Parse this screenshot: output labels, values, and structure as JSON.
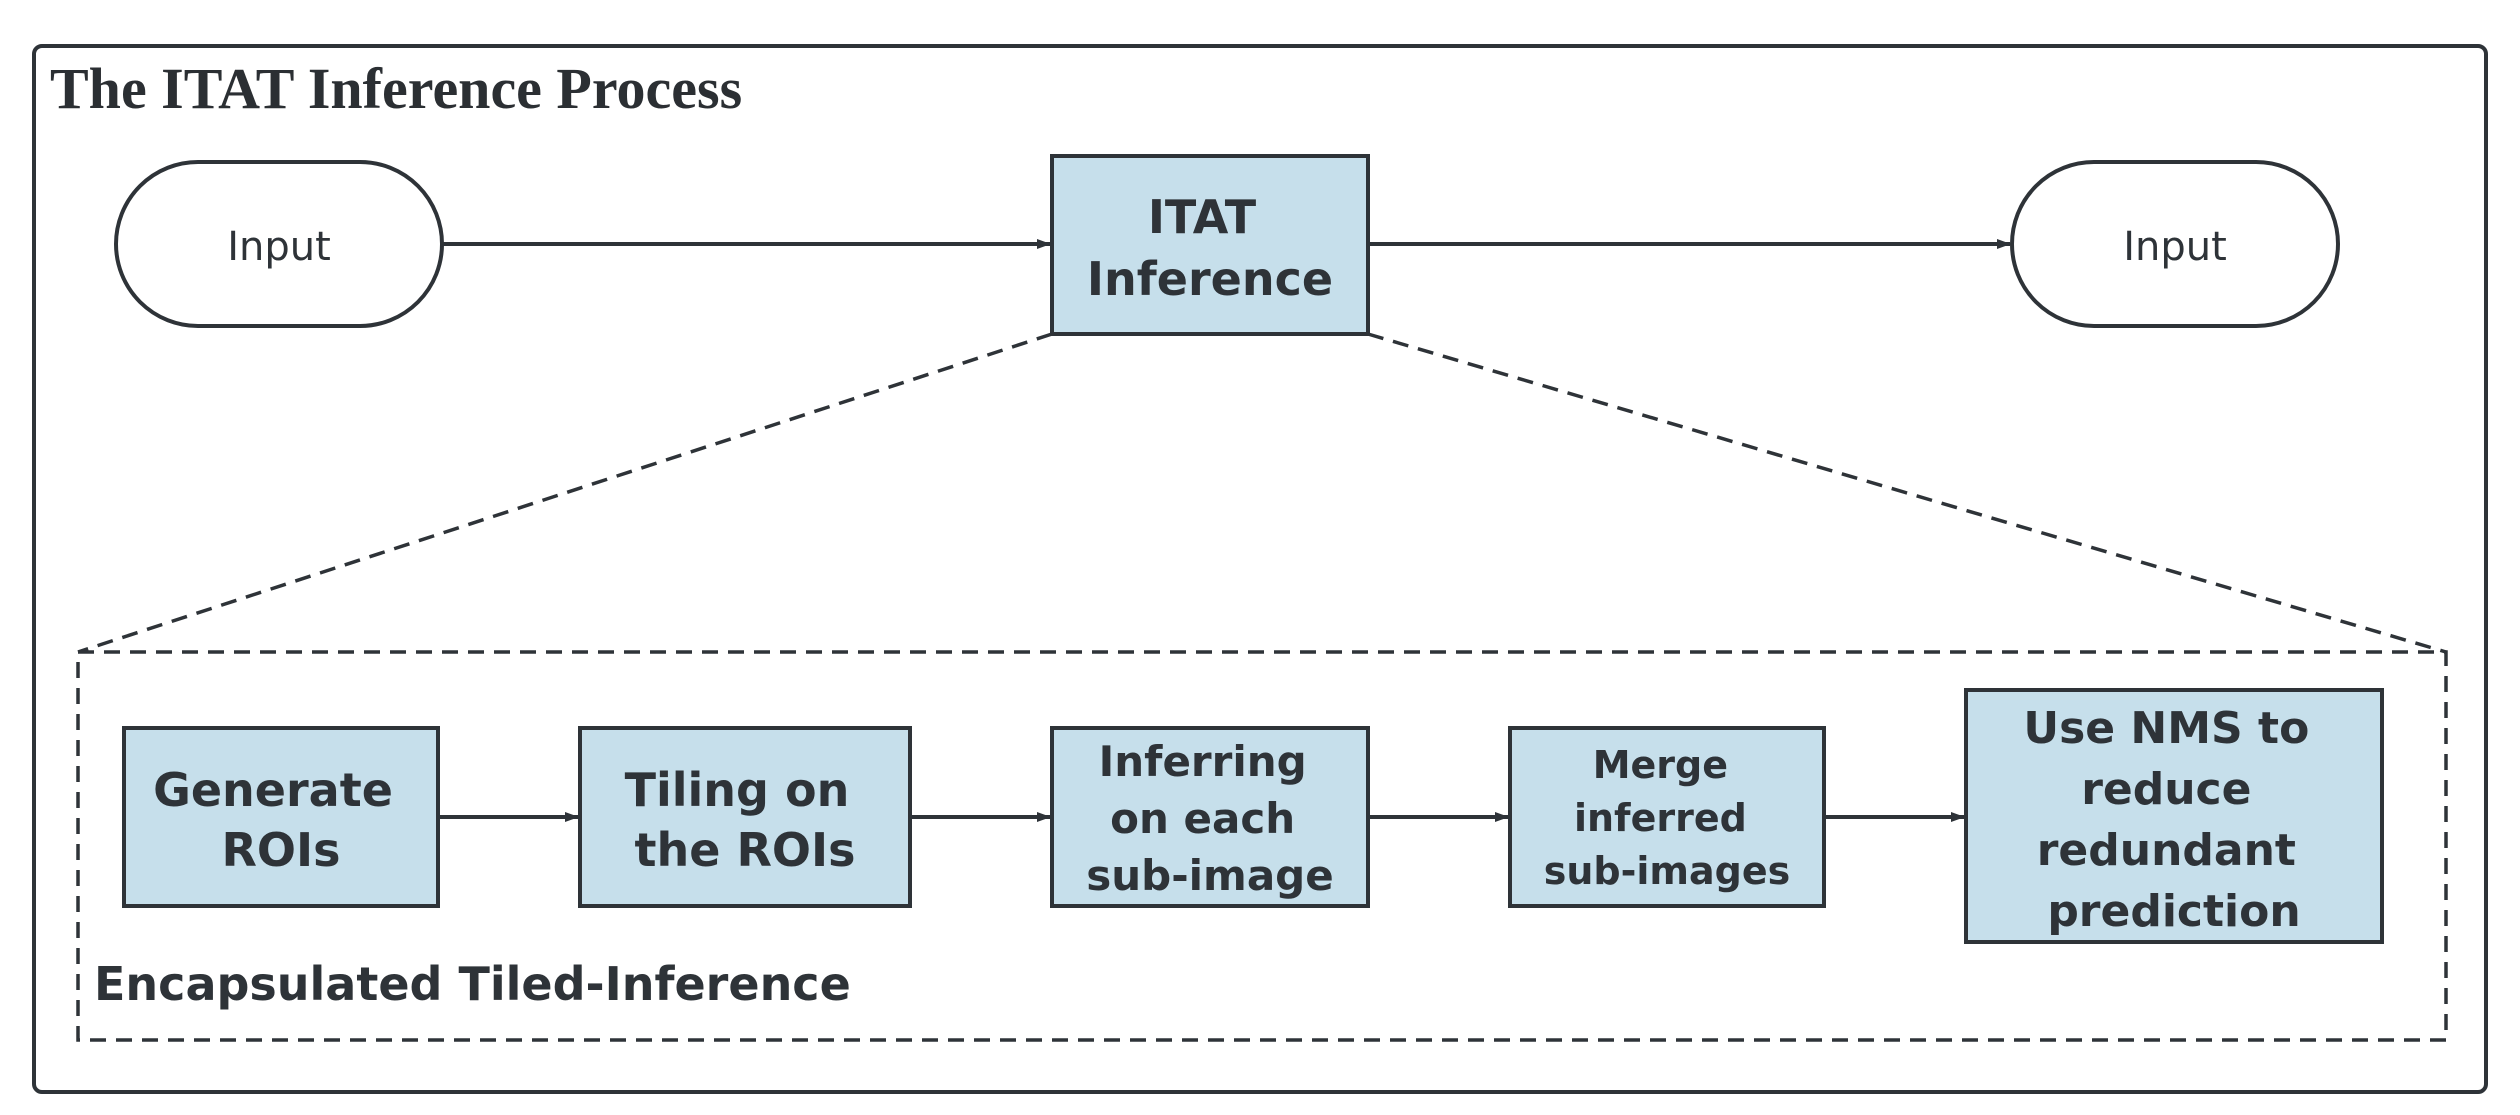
{
  "title": "The ITAT Inference Process",
  "colors": {
    "box_fill": "#c6dfeb",
    "stroke": "#2e3338",
    "background": "#ffffff"
  },
  "top_flow": {
    "start_terminal": "Input",
    "center_process": [
      "ITAT",
      "Inference"
    ],
    "end_terminal": "Input"
  },
  "subprocess": {
    "label": "Encapsulated Tiled-Inference",
    "steps": [
      {
        "lines": [
          "Generate",
          "ROIs"
        ]
      },
      {
        "lines": [
          "Tiling on",
          "the ROIs"
        ]
      },
      {
        "lines": [
          "Inferring",
          "on each",
          "sub-image"
        ]
      },
      {
        "lines": [
          "Merge",
          "inferred",
          "sub-images"
        ]
      },
      {
        "lines": [
          "Use NMS to",
          "reduce",
          "redundant",
          "prediction"
        ]
      }
    ]
  }
}
